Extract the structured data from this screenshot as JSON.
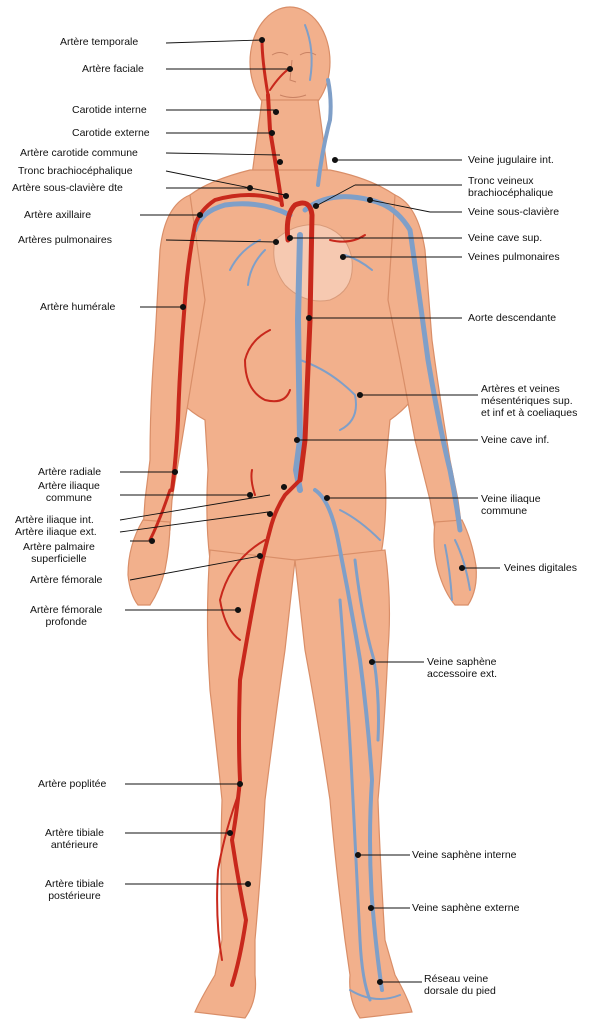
{
  "colors": {
    "skin": "#f2b08c",
    "skin_shade": "#e59a74",
    "artery": "#c8281c",
    "vein": "#7f9fc8",
    "heart": "#f6c9b1"
  },
  "labels_left": [
    {
      "id": "temporale",
      "lines": [
        "Artère temporale"
      ]
    },
    {
      "id": "faciale",
      "lines": [
        "Artère faciale"
      ]
    },
    {
      "id": "carotide-interne",
      "lines": [
        "Carotide interne"
      ]
    },
    {
      "id": "carotide-externe",
      "lines": [
        "Carotide externe"
      ]
    },
    {
      "id": "carotide-commune",
      "lines": [
        "Artère carotide commune"
      ]
    },
    {
      "id": "tronc-brachio",
      "lines": [
        "Tronc brachiocéphalique"
      ]
    },
    {
      "id": "sous-claviere-dte",
      "lines": [
        "Artère sous-clavière dte"
      ]
    },
    {
      "id": "axillaire",
      "lines": [
        "Artère axillaire"
      ]
    },
    {
      "id": "pulmonaires",
      "lines": [
        "Artères pulmonaires"
      ]
    },
    {
      "id": "humerale",
      "lines": [
        "Artère humérale"
      ]
    },
    {
      "id": "radiale",
      "lines": [
        "Artère radiale"
      ]
    },
    {
      "id": "iliaque-commune",
      "lines": [
        "Artère iliaque",
        "commune"
      ]
    },
    {
      "id": "iliaque-int",
      "lines": [
        "Artère iliaque int."
      ]
    },
    {
      "id": "iliaque-ext",
      "lines": [
        "Artère iliaque ext."
      ]
    },
    {
      "id": "palmaire",
      "lines": [
        "Artère palmaire",
        "superficielle"
      ]
    },
    {
      "id": "femorale",
      "lines": [
        "Artère fémorale"
      ]
    },
    {
      "id": "femorale-profonde",
      "lines": [
        "Artère fémorale",
        "profonde"
      ]
    },
    {
      "id": "poplitee",
      "lines": [
        "Artère poplitée"
      ]
    },
    {
      "id": "tibiale-ant",
      "lines": [
        "Artère tibiale",
        "antérieure"
      ]
    },
    {
      "id": "tibiale-post",
      "lines": [
        "Artère tibiale",
        "postérieure"
      ]
    }
  ],
  "labels_right": [
    {
      "id": "jugulaire",
      "lines": [
        "Veine jugulaire int."
      ]
    },
    {
      "id": "tronc-veineux",
      "lines": [
        "Tronc veineux",
        "brachiocéphalique"
      ]
    },
    {
      "id": "sous-claviere",
      "lines": [
        "Veine sous-clavière"
      ]
    },
    {
      "id": "cave-sup",
      "lines": [
        "Veine cave sup."
      ]
    },
    {
      "id": "veines-pulm",
      "lines": [
        "Veines pulmonaires"
      ]
    },
    {
      "id": "aorte-desc",
      "lines": [
        "Aorte descendante"
      ]
    },
    {
      "id": "mesenteriques",
      "lines": [
        "Artères et veines",
        "mésentériques sup.",
        "et inf et à coeliaques"
      ]
    },
    {
      "id": "cave-inf",
      "lines": [
        "Veine cave inf."
      ]
    },
    {
      "id": "veine-iliaque",
      "lines": [
        "Veine iliaque",
        "commune"
      ]
    },
    {
      "id": "digitales",
      "lines": [
        "Veines digitales"
      ]
    },
    {
      "id": "saphene-acc",
      "lines": [
        "Veine saphène",
        "accessoire ext."
      ]
    },
    {
      "id": "saphene-int",
      "lines": [
        "Veine saphène interne"
      ]
    },
    {
      "id": "saphene-ext",
      "lines": [
        "Veine saphène externe"
      ]
    },
    {
      "id": "reseau-dorsal",
      "lines": [
        "Réseau veine",
        "dorsale du pied"
      ]
    }
  ]
}
